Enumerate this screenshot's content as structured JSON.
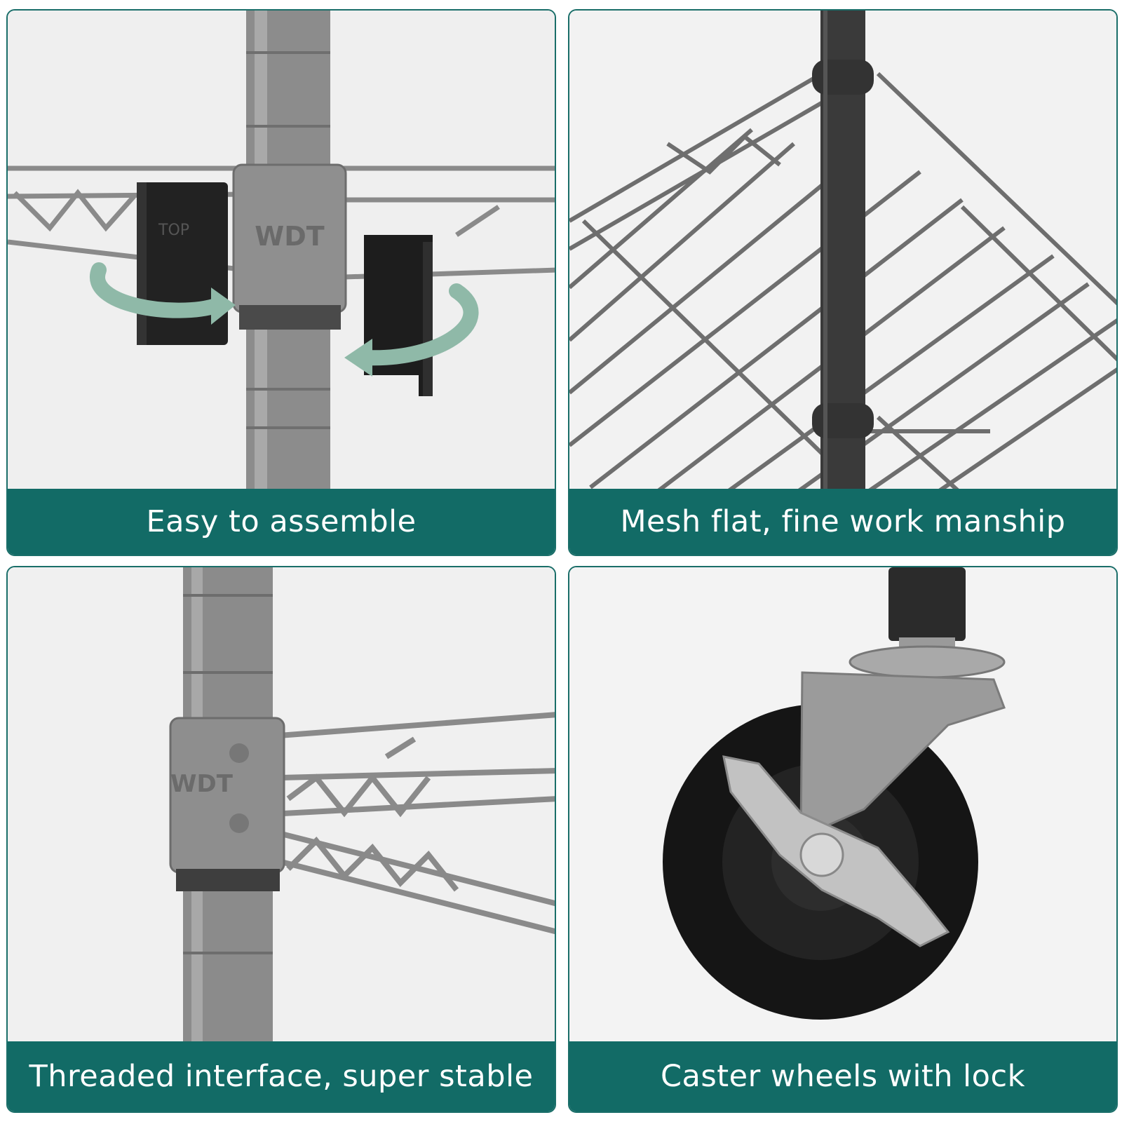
{
  "panels": [
    {
      "caption": "Easy to assemble",
      "logo": "WDT",
      "sleeve_label": "TOP"
    },
    {
      "caption": "Mesh flat, fine work manship"
    },
    {
      "caption": "Threaded interface, super stable",
      "logo": "WDT"
    },
    {
      "caption": "Caster wheels with lock"
    }
  ],
  "colors": {
    "caption_bar": "#126b66",
    "arrow": "#8fb9a8",
    "metal": "#8d8d8d"
  }
}
